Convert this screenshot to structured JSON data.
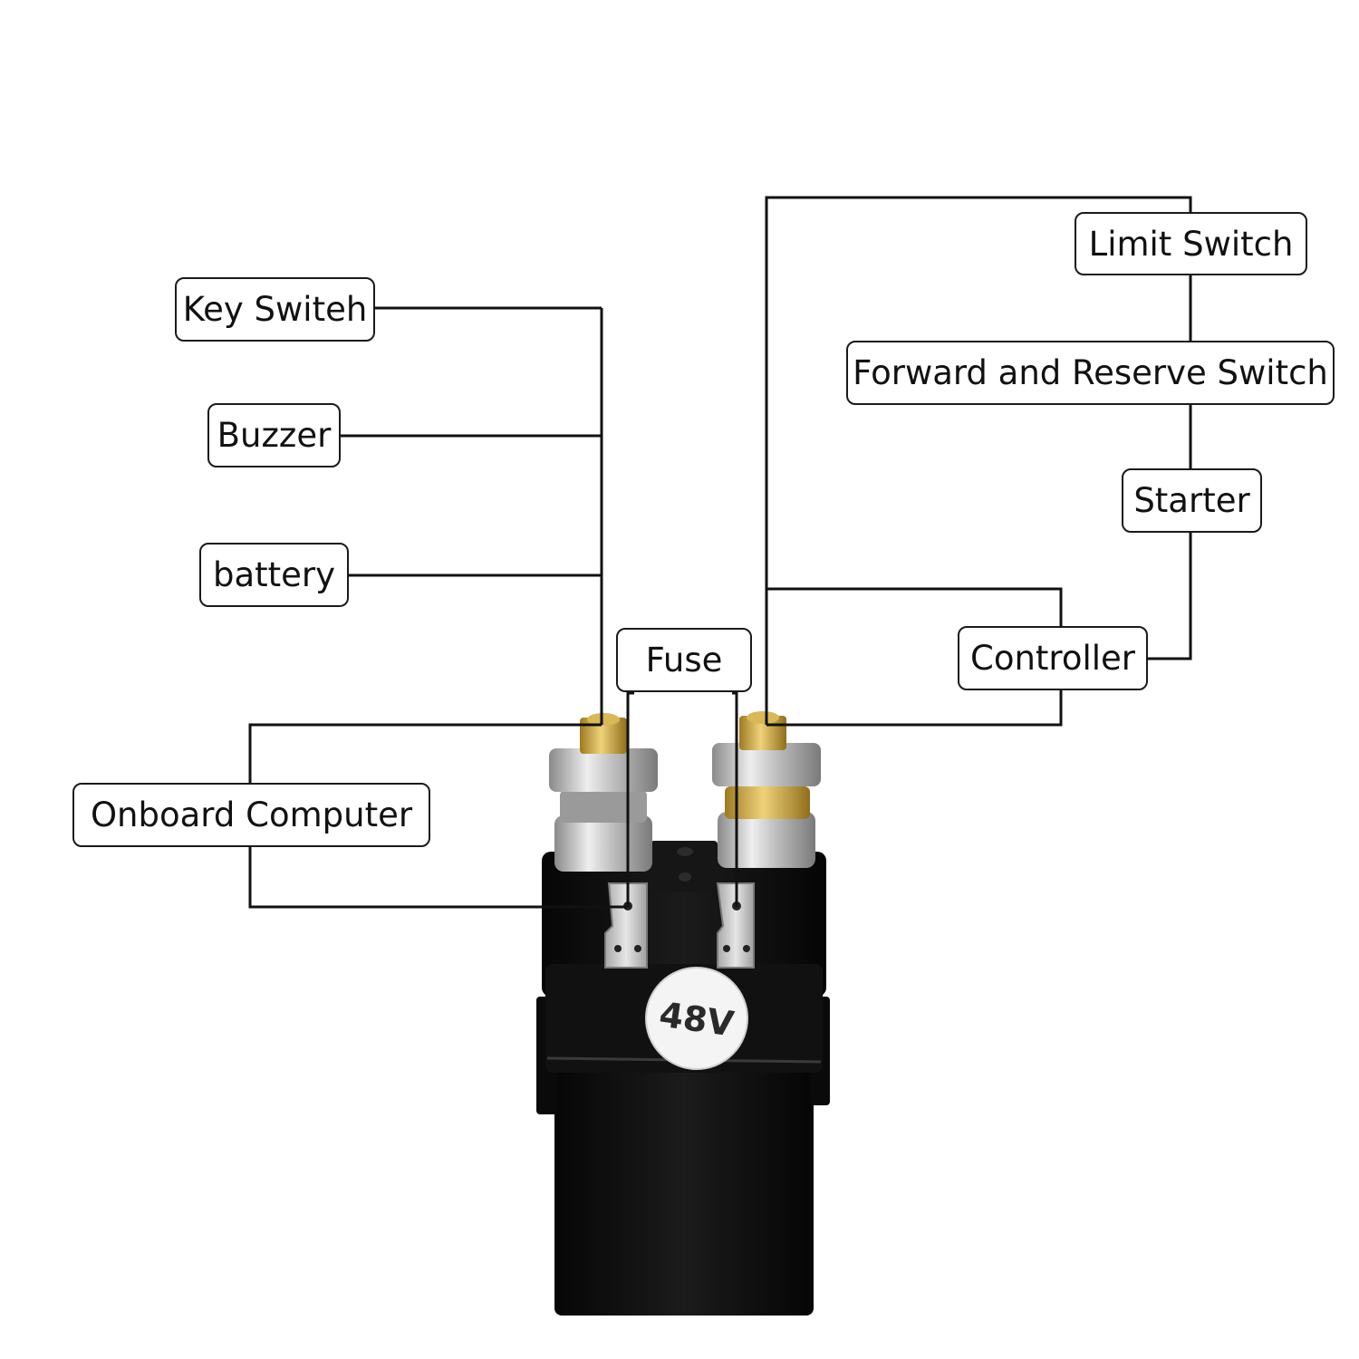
{
  "labels": {
    "key_switch": "Key Switeh",
    "buzzer": "Buzzer",
    "battery": "battery",
    "fuse": "Fuse",
    "onboard_computer": "Onboard Computer",
    "limit_switch": "Limit Switch",
    "forward_reserve_switch": "Forward and Reserve Switch",
    "starter": "Starter",
    "controller": "Controller"
  },
  "device": {
    "voltage_label": "48V"
  },
  "colors": {
    "wire": "#111111",
    "body": "#0d0d0d",
    "terminal_metal": "#c9c9c9",
    "brass": "#c8a23a"
  }
}
